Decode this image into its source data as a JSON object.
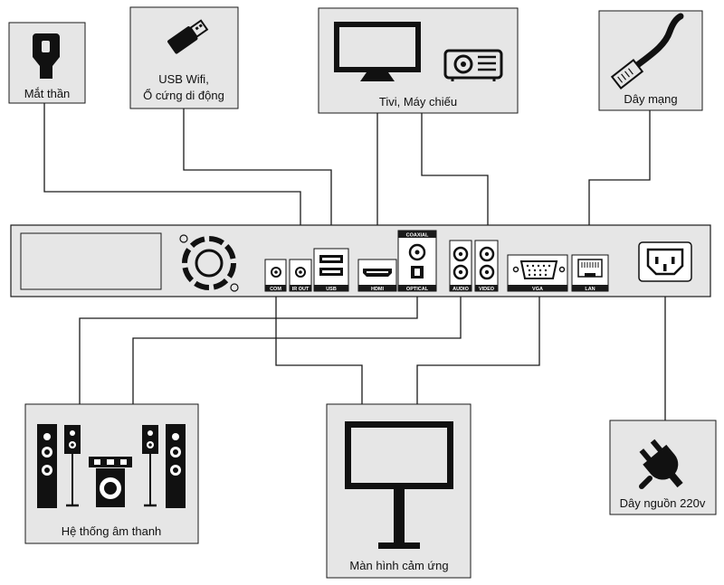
{
  "devices": {
    "eye_sensor": {
      "label": "Mắt thần",
      "icon": "ir-eye-sensor-icon"
    },
    "usb_device": {
      "label_line1": "USB Wifi,",
      "label_line2": "Ổ cứng di động",
      "icon": "usb-drive-icon"
    },
    "tv_projector": {
      "label": "Tivi, Máy chiếu",
      "icons": [
        "monitor-icon",
        "projector-icon"
      ]
    },
    "network_cable": {
      "label": "Dây mạng",
      "icon": "rj45-cable-icon"
    },
    "sound_system": {
      "label": "Hệ thống âm thanh",
      "icon": "speaker-system-icon"
    },
    "touch_screen": {
      "label": "Màn hình cảm ứng",
      "icon": "touch-screen-stand-icon"
    },
    "power_cable": {
      "label": "Dây nguồn 220v",
      "icon": "power-plug-icon"
    }
  },
  "panel": {
    "ports": {
      "com": "COM",
      "ir_out": "IR OUT",
      "usb": "USB",
      "hdmi": "HDMI",
      "coaxial": "COAXIAL",
      "optical": "OPTICAL",
      "audio": "AUDIO",
      "video": "VIDEO",
      "vga": "VGA",
      "lan": "LAN"
    },
    "icons": [
      "fan-vent-icon",
      "power-socket-icon"
    ]
  },
  "colors": {
    "box_fill": "#e6e6e6",
    "line": "#1a1a1a",
    "port_label_bg": "#1a1a1a"
  }
}
